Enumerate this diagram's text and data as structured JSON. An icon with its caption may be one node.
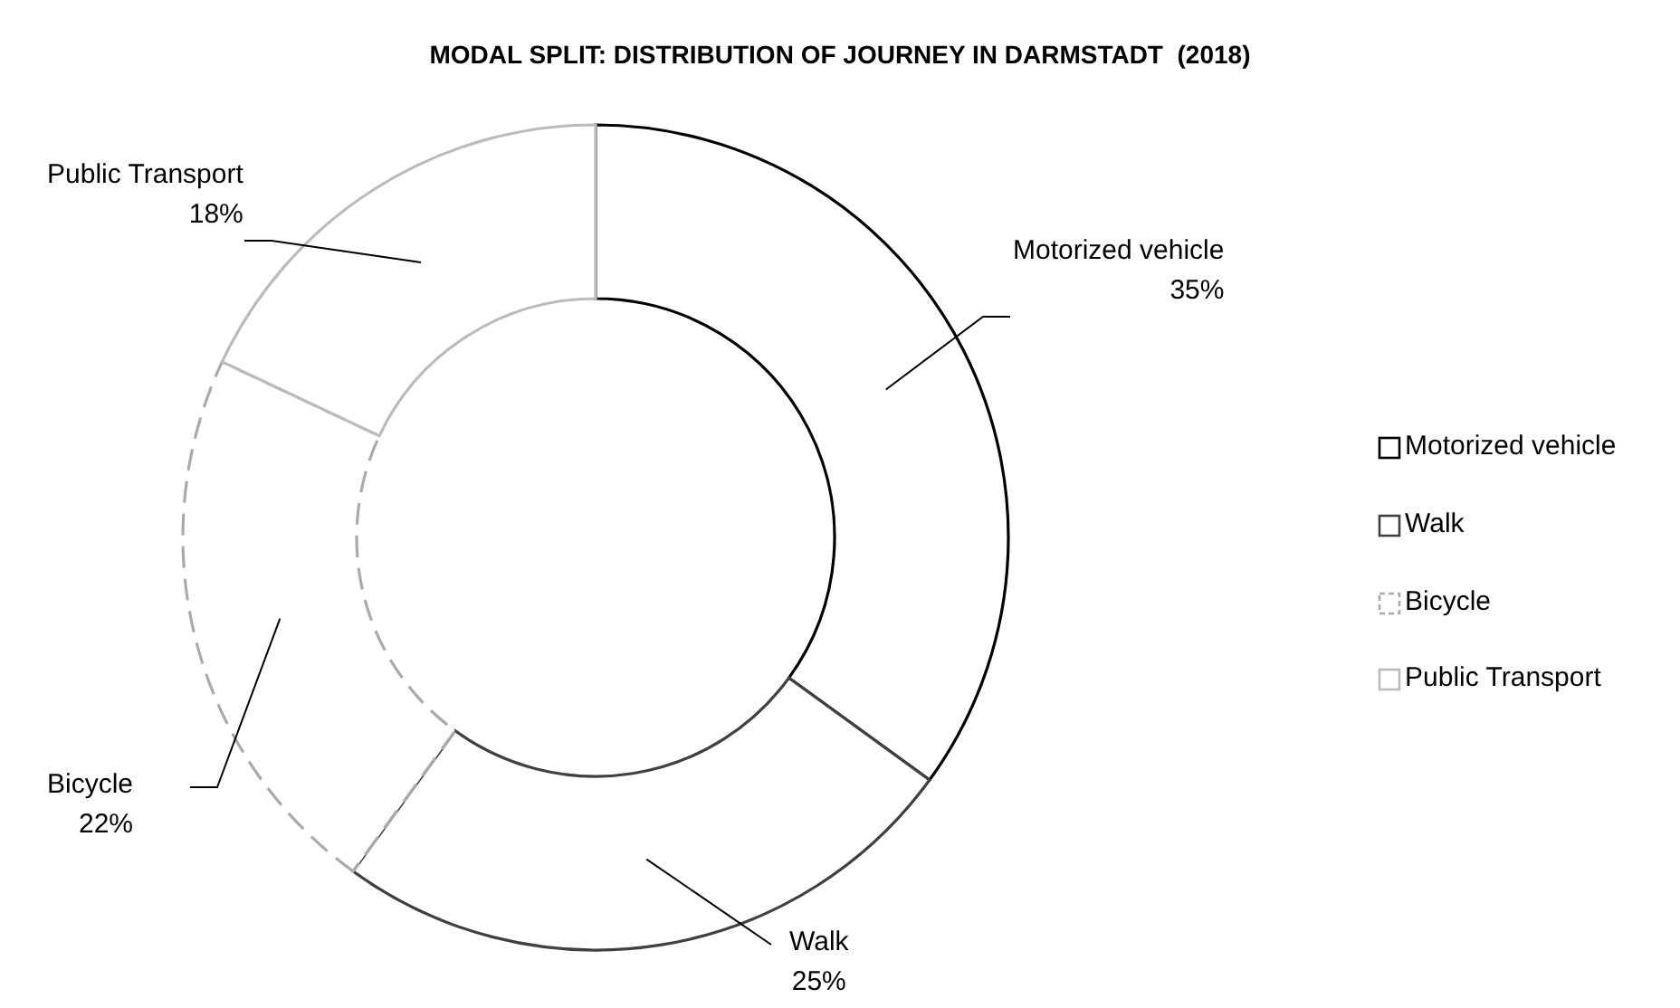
{
  "diagram": {
    "title": "MODAL SPLIT: DISTRIBUTION OF JOURNEY IN DARMSTADT  (2018)",
    "legend": [
      {
        "text": "Motorized vehicle"
      },
      {
        "text": "Walk"
      },
      {
        "text": "Bicycle"
      },
      {
        "text": "Public Transport"
      }
    ],
    "chart_data": {
      "type": "donut",
      "categories": [
        "Motorized vehicle",
        "Walk",
        "Bicycle",
        "Public Transport"
      ],
      "values": [
        35,
        25,
        22,
        18
      ],
      "data_labels": true,
      "value_labels": [
        "35%",
        "25%",
        "22%",
        "18%"
      ]
    }
  }
}
